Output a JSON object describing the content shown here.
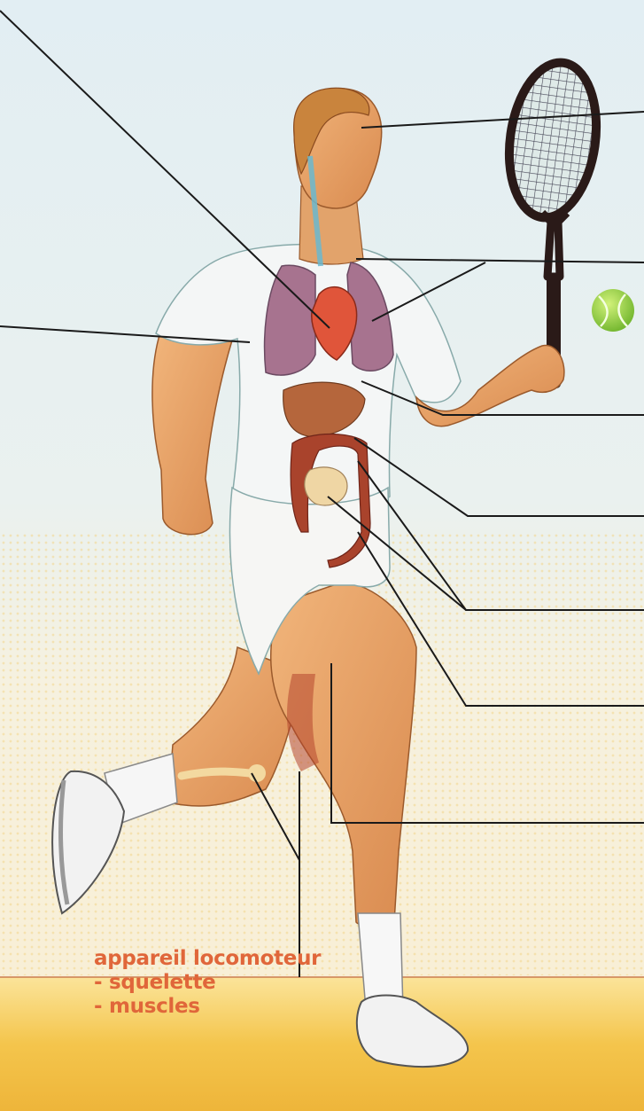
{
  "diagram": {
    "caption": {
      "line1": "appareil locomoteur",
      "line2": "- squelette",
      "line3": "- muscles"
    },
    "colors": {
      "caption": "#e0663a",
      "leader_line": "#1a1a1a",
      "skin": "#e9a266",
      "clothing": "#f4f6f6",
      "sky": "#e2eef3",
      "ground": "#f2c24a",
      "racket_frame": "#2a1a18",
      "ball": "#9cd84a"
    }
  }
}
